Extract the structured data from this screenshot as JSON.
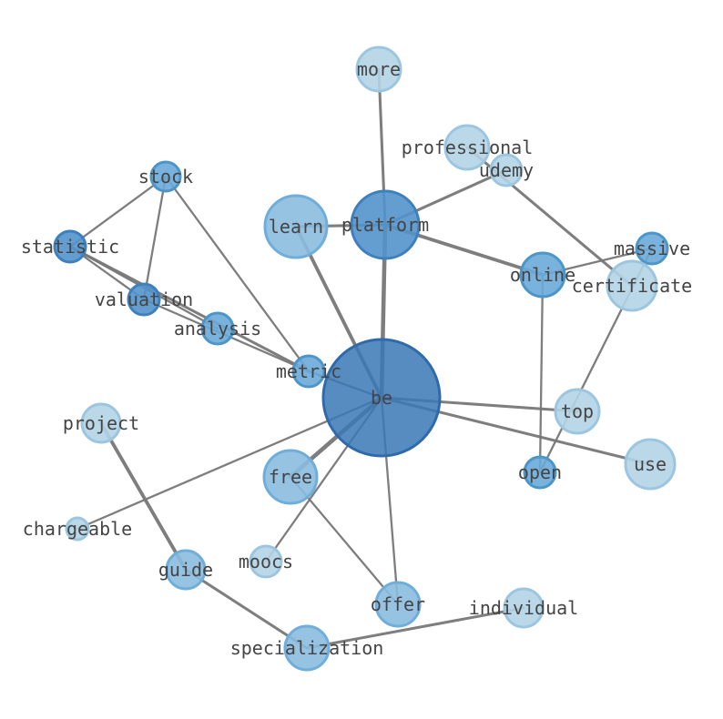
{
  "nodes": [
    {
      "id": "be",
      "label": "be",
      "tier": 4
    },
    {
      "id": "platform",
      "label": "platform",
      "tier": 3
    },
    {
      "id": "learn",
      "label": "learn",
      "tier": 1
    },
    {
      "id": "more",
      "label": "more",
      "tier": 0
    },
    {
      "id": "professional",
      "label": "professional",
      "tier": 0
    },
    {
      "id": "udemy",
      "label": "udemy",
      "tier": 0
    },
    {
      "id": "online",
      "label": "online",
      "tier": 2
    },
    {
      "id": "massive",
      "label": "massive",
      "tier": 2
    },
    {
      "id": "certificate",
      "label": "certificate",
      "tier": 0
    },
    {
      "id": "stock",
      "label": "stock",
      "tier": 2
    },
    {
      "id": "statistic",
      "label": "statistic",
      "tier": 3
    },
    {
      "id": "valuation",
      "label": "valuation",
      "tier": 3
    },
    {
      "id": "analysis",
      "label": "analysis",
      "tier": 2
    },
    {
      "id": "metric",
      "label": "metric",
      "tier": 2
    },
    {
      "id": "project",
      "label": "project",
      "tier": 0
    },
    {
      "id": "top",
      "label": "top",
      "tier": 0
    },
    {
      "id": "free",
      "label": "free",
      "tier": 1
    },
    {
      "id": "open",
      "label": "open",
      "tier": 2
    },
    {
      "id": "use",
      "label": "use",
      "tier": 0
    },
    {
      "id": "chargeable",
      "label": "chargeable",
      "tier": 0
    },
    {
      "id": "moocs",
      "label": "moocs",
      "tier": 0
    },
    {
      "id": "guide",
      "label": "guide",
      "tier": 1
    },
    {
      "id": "offer",
      "label": "offer",
      "tier": 1
    },
    {
      "id": "individual",
      "label": "individual",
      "tier": 0
    },
    {
      "id": "specialization",
      "label": "specialization",
      "tier": 1
    }
  ],
  "edges": [
    {
      "source": "be",
      "target": "platform",
      "weight": 5
    },
    {
      "source": "be",
      "target": "learn",
      "weight": 4
    },
    {
      "source": "be",
      "target": "free",
      "weight": 5
    },
    {
      "source": "be",
      "target": "top",
      "weight": 3
    },
    {
      "source": "be",
      "target": "use",
      "weight": 3
    },
    {
      "source": "be",
      "target": "offer",
      "weight": 2
    },
    {
      "source": "be",
      "target": "moocs",
      "weight": 2
    },
    {
      "source": "be",
      "target": "chargeable",
      "weight": 2
    },
    {
      "source": "be",
      "target": "metric",
      "weight": 2
    },
    {
      "source": "platform",
      "target": "more",
      "weight": 3
    },
    {
      "source": "platform",
      "target": "learn",
      "weight": 3
    },
    {
      "source": "platform",
      "target": "udemy",
      "weight": 3
    },
    {
      "source": "platform",
      "target": "online",
      "weight": 4
    },
    {
      "source": "professional",
      "target": "certificate",
      "weight": 3
    },
    {
      "source": "online",
      "target": "massive",
      "weight": 2
    },
    {
      "source": "online",
      "target": "open",
      "weight": 2
    },
    {
      "source": "massive",
      "target": "open",
      "weight": 2
    },
    {
      "source": "stock",
      "target": "statistic",
      "weight": 2
    },
    {
      "source": "stock",
      "target": "valuation",
      "weight": 2
    },
    {
      "source": "stock",
      "target": "metric",
      "weight": 2
    },
    {
      "source": "statistic",
      "target": "valuation",
      "weight": 2
    },
    {
      "source": "statistic",
      "target": "analysis",
      "weight": 2
    },
    {
      "source": "statistic",
      "target": "metric",
      "weight": 3
    },
    {
      "source": "valuation",
      "target": "metric",
      "weight": 2
    },
    {
      "source": "free",
      "target": "offer",
      "weight": 2
    },
    {
      "source": "project",
      "target": "guide",
      "weight": 4
    },
    {
      "source": "guide",
      "target": "specialization",
      "weight": 3
    },
    {
      "source": "specialization",
      "target": "individual",
      "weight": 3
    }
  ],
  "tier_colors": [
    "#b4d4e7",
    "#8cbde0",
    "#6aaad8",
    "#5393cb",
    "#3a78b6"
  ],
  "tier_strokes": [
    "#9cc6e0",
    "#6faedb",
    "#4c95c9",
    "#3d80bd",
    "#2f6aaa"
  ]
}
